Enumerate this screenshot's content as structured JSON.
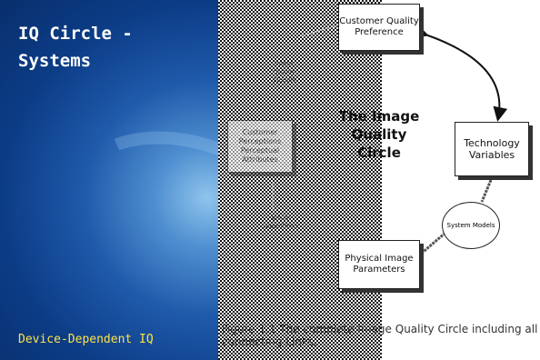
{
  "slide": {
    "title": "IQ Circle - Systems",
    "subtitle": "Device-Dependent IQ"
  },
  "diagram": {
    "center_title": "The Image Quality Circle",
    "nodes": {
      "customer_quality_preference": "Customer Quality Preference",
      "technology_variables": "Technology Variables",
      "system_models": "System Models",
      "physical_image_parameters": "Physical Image Parameters",
      "customer_perceptions": "Customer Perceptions Perceptual Attributes",
      "image_quality_models": "Image Quality Models",
      "visual_algorithms": "Visual Algorithms"
    },
    "caption": "Figure 1.1  The complete Image Quality Circle including all connecting Links."
  },
  "colors": {
    "title": "#ffffff",
    "subtitle": "#ffe24a",
    "left_panel": "#0c3c86"
  }
}
